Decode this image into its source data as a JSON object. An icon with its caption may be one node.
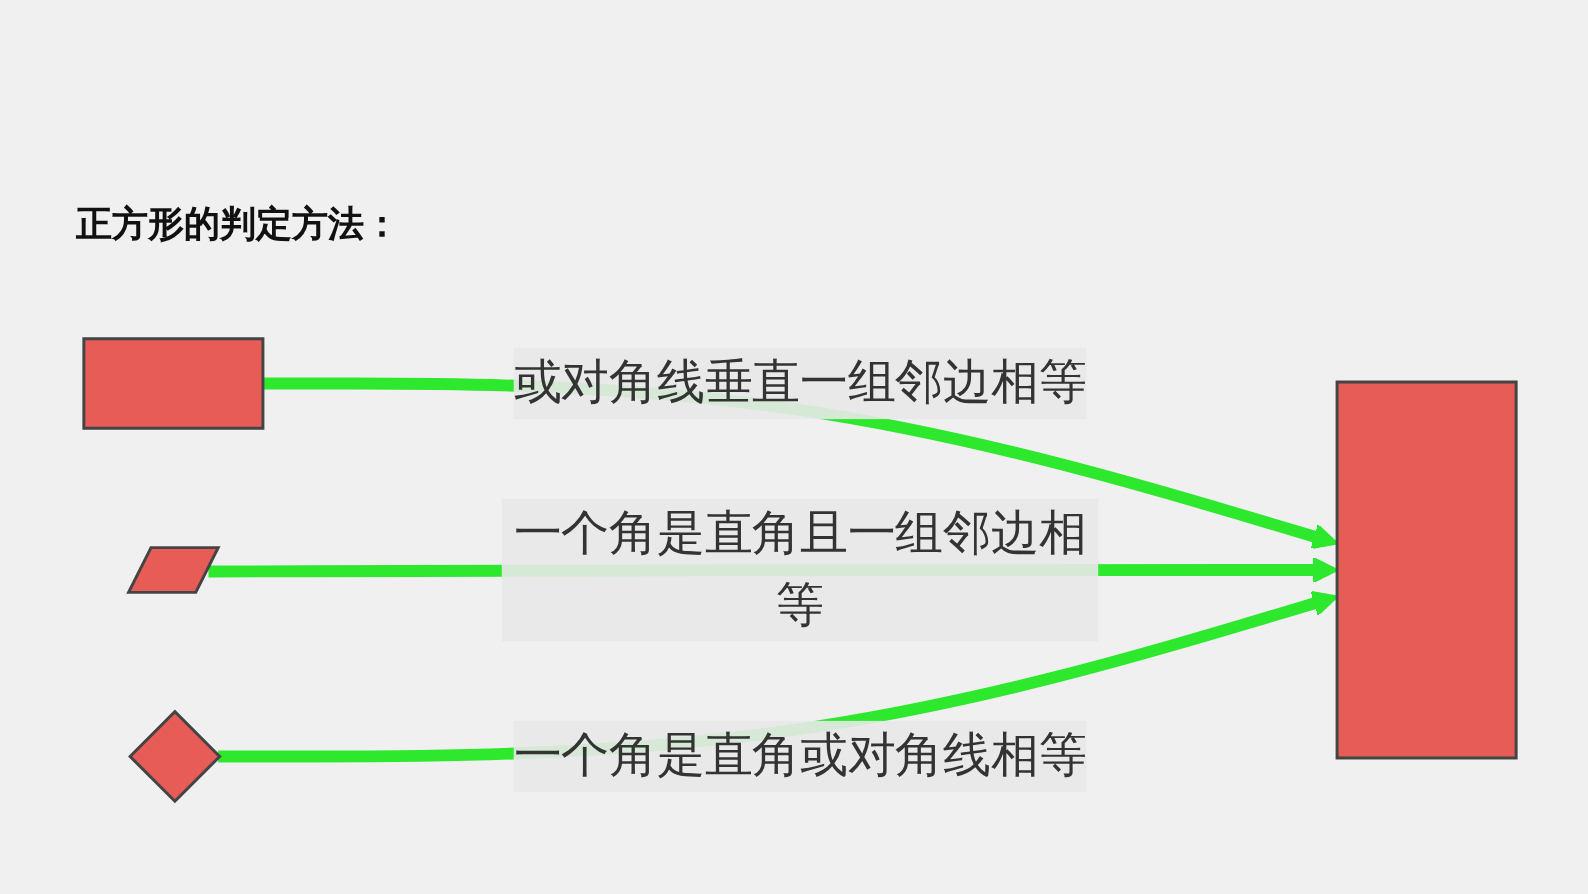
{
  "diagram": {
    "title": "正方形的判定方法：",
    "nodes": [
      {
        "text": [],
        "shape": "box"
      },
      {
        "text": [],
        "shape": "parallelogram"
      },
      {
        "text": [],
        "shape": "diamond"
      },
      {
        "text": [],
        "shape": "box"
      }
    ],
    "edges": [
      {
        "from": 0,
        "to": 3,
        "arrow": "to",
        "label": "或对角线垂直一组邻边相等"
      },
      {
        "from": 1,
        "to": 3,
        "arrow": "to",
        "label": "一个角是直角且一组邻边相等"
      },
      {
        "from": 2,
        "to": 3,
        "arrow": "to",
        "label": "一个角是直角或对角线相等"
      }
    ]
  }
}
